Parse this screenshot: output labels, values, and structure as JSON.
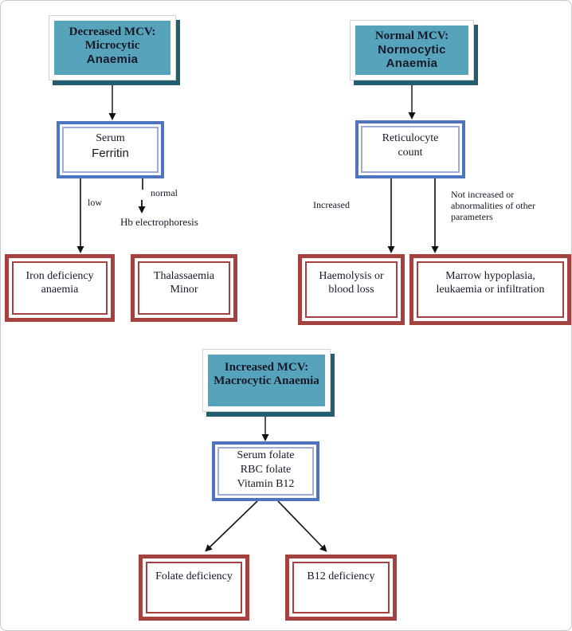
{
  "colors": {
    "header_fill": "#58a3bc",
    "header_shadow": "#235e6e",
    "test_border": "#4e73bf",
    "outcome_border": "#a5423f",
    "connector": "#2b2b2b"
  },
  "microcytic": {
    "header_line1": "Decreased MCV:",
    "header_line2": "Microcytic",
    "header_line3": "Anaemia",
    "test_line1": "Serum",
    "test_line2": "Ferritin",
    "branch_left_label": "low",
    "branch_right_label": "normal",
    "branch_right_followup": "Hb electrophoresis",
    "outcome_left_line1": "Iron deficiency",
    "outcome_left_line2": "anaemia",
    "outcome_right_line1": "Thalassaemia",
    "outcome_right_line2": "Minor"
  },
  "normocytic": {
    "header_line1": "Normal MCV:",
    "header_line2": "Normocytic",
    "header_line3": "Anaemia",
    "test_line1": "Reticulocyte",
    "test_line2": "count",
    "branch_left_label": "Increased",
    "branch_right_label_line1": "Not increased or",
    "branch_right_label_line2": "abnormalities of other",
    "branch_right_label_line3": "parameters",
    "outcome_left_line1": "Haemolysis or",
    "outcome_left_line2": "blood loss",
    "outcome_right_line1": "Marrow hypoplasia,",
    "outcome_right_line2": "leukaemia or infiltration"
  },
  "macrocytic": {
    "header_line1": "Increased MCV:",
    "header_line2": "Macrocytic Anaemia",
    "test_line1": "Serum folate",
    "test_line2": "RBC folate",
    "test_line3": "Vitamin B12",
    "outcome_left": "Folate deficiency",
    "outcome_right": "B12 deficiency"
  }
}
